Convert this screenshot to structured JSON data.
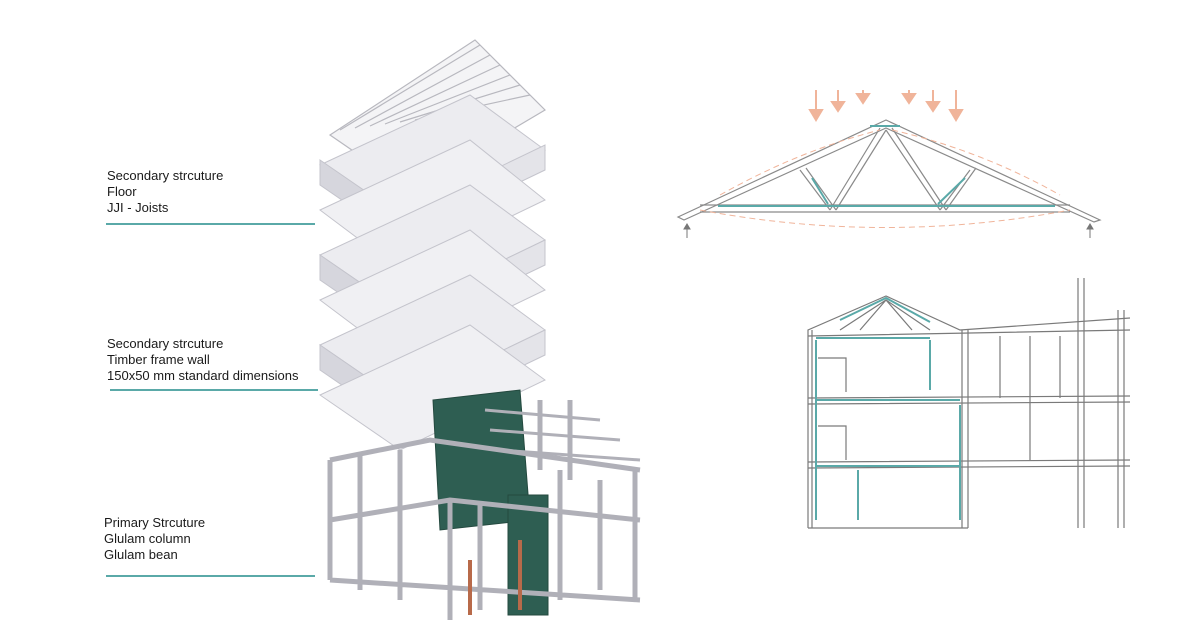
{
  "labels": {
    "floor": {
      "lines": [
        "Secondary strcuture",
        "Floor",
        "JJI - Joists"
      ]
    },
    "wall": {
      "lines": [
        "Secondary strcuture",
        "Timber frame wall",
        "150x50 mm standard dimensions"
      ]
    },
    "primary": {
      "lines": [
        "Primary Strcuture",
        "Glulam column",
        "Glulam bean"
      ]
    }
  },
  "colors": {
    "accent": "#5aa9a8",
    "load": "#f0b49a",
    "core": "#2e5e52",
    "structure": "#d9d9dc"
  }
}
